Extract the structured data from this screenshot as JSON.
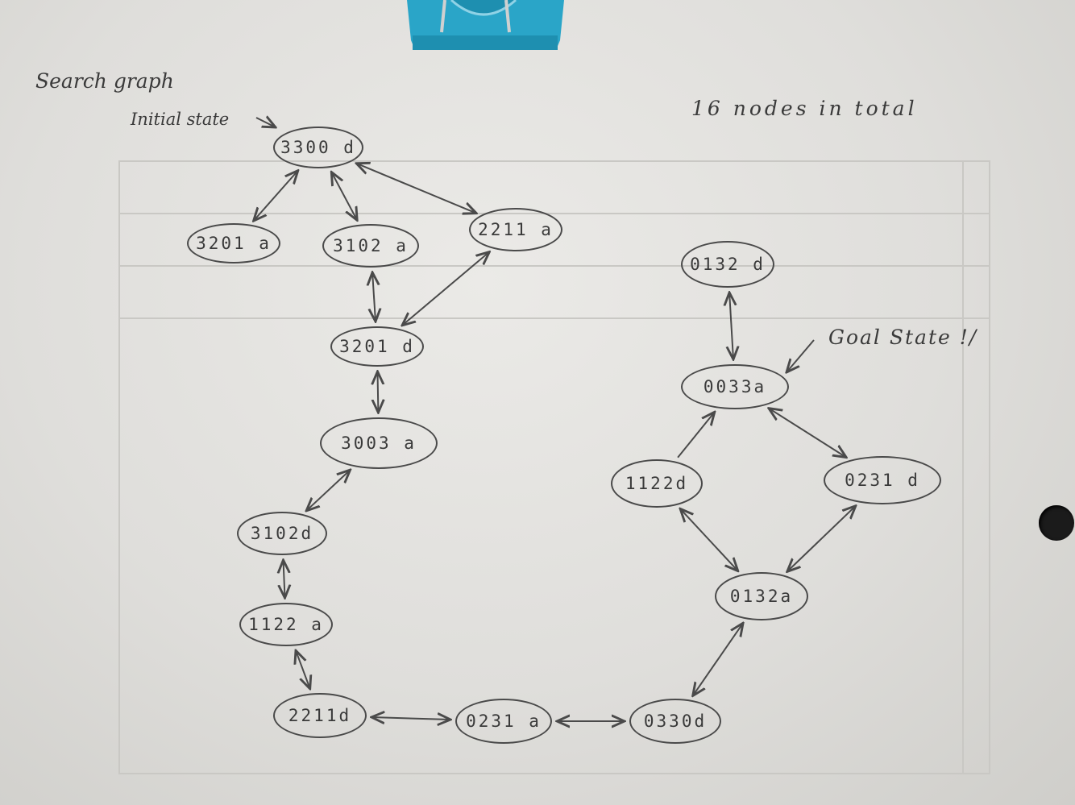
{
  "notes": {
    "title": "Search graph",
    "initial": "Initial state",
    "count": "16 nodes in total",
    "goal": "Goal State !/"
  },
  "nodes": [
    {
      "id": "n1",
      "label": "3300 d"
    },
    {
      "id": "n2",
      "label": "3201 a"
    },
    {
      "id": "n3",
      "label": "3102 a"
    },
    {
      "id": "n4",
      "label": "2211 a"
    },
    {
      "id": "n5",
      "label": "3201 d"
    },
    {
      "id": "n6",
      "label": "3003 a"
    },
    {
      "id": "n7",
      "label": "3102d"
    },
    {
      "id": "n8",
      "label": "1122 a"
    },
    {
      "id": "n9",
      "label": "2211d"
    },
    {
      "id": "n10",
      "label": "0231 a"
    },
    {
      "id": "n11",
      "label": "0330d"
    },
    {
      "id": "n12",
      "label": "0132a"
    },
    {
      "id": "n13",
      "label": "1122d"
    },
    {
      "id": "n14",
      "label": "0231 d"
    },
    {
      "id": "n15",
      "label": "0033a"
    },
    {
      "id": "n16",
      "label": "0132 d"
    }
  ],
  "edges": [
    {
      "from": "n1",
      "to": "n2",
      "bidirectional": true
    },
    {
      "from": "n1",
      "to": "n3",
      "bidirectional": true
    },
    {
      "from": "n1",
      "to": "n4",
      "bidirectional": true
    },
    {
      "from": "n3",
      "to": "n5",
      "bidirectional": true
    },
    {
      "from": "n4",
      "to": "n5",
      "bidirectional": true
    },
    {
      "from": "n5",
      "to": "n6",
      "bidirectional": true
    },
    {
      "from": "n6",
      "to": "n7",
      "bidirectional": true
    },
    {
      "from": "n7",
      "to": "n8",
      "bidirectional": true
    },
    {
      "from": "n8",
      "to": "n9",
      "bidirectional": true
    },
    {
      "from": "n9",
      "to": "n10",
      "bidirectional": true
    },
    {
      "from": "n10",
      "to": "n11",
      "bidirectional": true
    },
    {
      "from": "n11",
      "to": "n12",
      "bidirectional": true
    },
    {
      "from": "n12",
      "to": "n13",
      "bidirectional": true
    },
    {
      "from": "n12",
      "to": "n14",
      "bidirectional": true
    },
    {
      "from": "n13",
      "to": "n15",
      "bidirectional": false
    },
    {
      "from": "n14",
      "to": "n15",
      "bidirectional": true
    },
    {
      "from": "n15",
      "to": "n16",
      "bidirectional": true
    }
  ],
  "colors": {
    "ink": "#4a4a4a",
    "paper": "#e6e5e2",
    "clip": "#2aa5c8"
  }
}
